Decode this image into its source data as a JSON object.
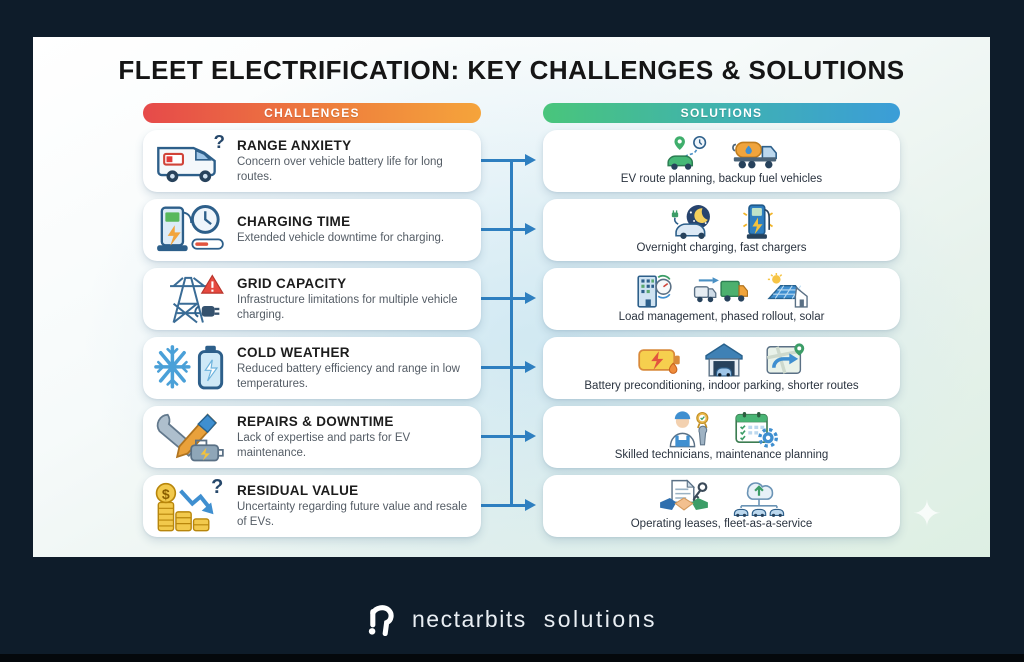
{
  "page": {
    "title": "FLEET ELECTRIFICATION: KEY CHALLENGES & SOLUTIONS"
  },
  "columns": {
    "challenges": {
      "label": "CHALLENGES",
      "gradient": [
        "#e64a4a",
        "#f5a43b"
      ]
    },
    "solutions": {
      "label": "SOLUTIONS",
      "gradient": [
        "#49c57b",
        "#3b9dd8"
      ]
    }
  },
  "colors": {
    "background": "#0e1c2a",
    "panel_tint_blue": "#b9def2",
    "panel_tint_green": "#ddefe3",
    "arrow_blue": "#2e7fc0",
    "card_white": "#ffffff"
  },
  "rows": [
    {
      "challenge": {
        "icon": "van-low-battery-question-icon",
        "title": "RANGE ANXIETY",
        "description": "Concern over vehicle battery life for long routes."
      },
      "solution": {
        "icons": [
          "ev-route-planning-icon",
          "backup-fuel-truck-icon"
        ],
        "caption": "EV route planning, backup fuel vehicles"
      }
    },
    {
      "challenge": {
        "icon": "ev-charger-clock-icon",
        "title": "CHARGING TIME",
        "description": "Extended vehicle downtime for charging."
      },
      "solution": {
        "icons": [
          "overnight-charging-icon",
          "fast-charger-icon"
        ],
        "caption": "Overnight charging, fast chargers"
      }
    },
    {
      "challenge": {
        "icon": "power-grid-alert-icon",
        "title": "GRID CAPACITY",
        "description": "Infrastructure limitations for multiple vehicle charging."
      },
      "solution": {
        "icons": [
          "building-load-meter-icon",
          "phased-rollout-trucks-icon",
          "solar-house-icon"
        ],
        "caption": "Load management, phased rollout, solar"
      }
    },
    {
      "challenge": {
        "icon": "snowflake-battery-icon",
        "title": "COLD WEATHER",
        "description": "Reduced battery efficiency and range in low temperatures."
      },
      "solution": {
        "icons": [
          "warm-battery-icon",
          "indoor-garage-icon",
          "shorter-route-map-icon"
        ],
        "caption": "Battery preconditioning, indoor parking, shorter routes"
      }
    },
    {
      "challenge": {
        "icon": "wrench-engine-icon",
        "title": "REPAIRS & DOWNTIME",
        "description": "Lack of expertise and parts for EV maintenance."
      },
      "solution": {
        "icons": [
          "skilled-technician-icon",
          "maintenance-calendar-gear-icon"
        ],
        "caption": "Skilled technicians, maintenance planning"
      }
    },
    {
      "challenge": {
        "icon": "coins-decline-question-icon",
        "title": "RESIDUAL VALUE",
        "description": "Uncertainty regarding future value and resale of EVs."
      },
      "solution": {
        "icons": [
          "lease-handshake-key-icon",
          "cloud-fleet-service-icon"
        ],
        "caption": "Operating leases, fleet-as-a-service"
      }
    }
  ],
  "footer": {
    "logo": "nectarbits-logo",
    "brand": "nectarbits",
    "brand_suffix": "solutions"
  }
}
